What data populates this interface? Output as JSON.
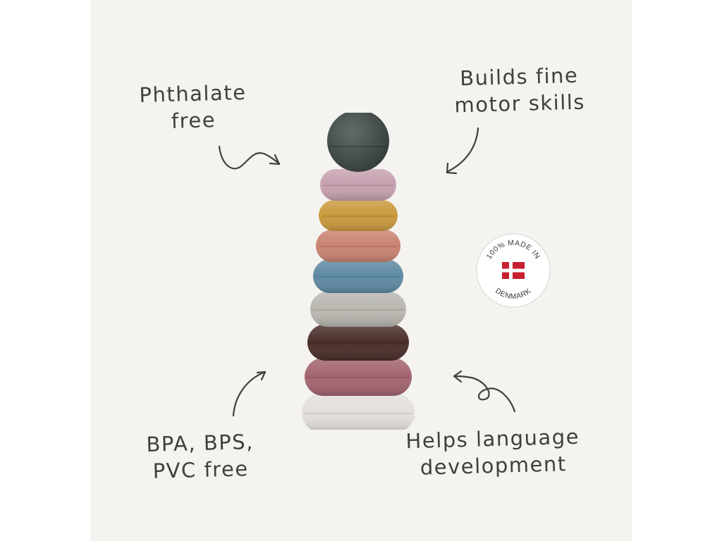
{
  "captions": {
    "phthalate": [
      "Phthalate",
      "free"
    ],
    "motor": [
      "Builds fine",
      "motor skills"
    ],
    "bpa": [
      "BPA, BPS,",
      "PVC free"
    ],
    "language": [
      "Helps language",
      "development"
    ]
  },
  "badge": {
    "top_text": "100% MADE IN",
    "bottom_text": "DENMARK",
    "flag_icon": "danish-flag-icon",
    "colors": {
      "flag_red": "#c8202f",
      "flag_white": "#ffffff"
    }
  },
  "toy": {
    "ring_colors": [
      "#c6a1b0",
      "#c99a3e",
      "#c98371",
      "#5f8ba3",
      "#b9b7b0",
      "#4a2e2a",
      "#a36470",
      "#e3e0db"
    ],
    "ball_color": "#3f4a47"
  }
}
